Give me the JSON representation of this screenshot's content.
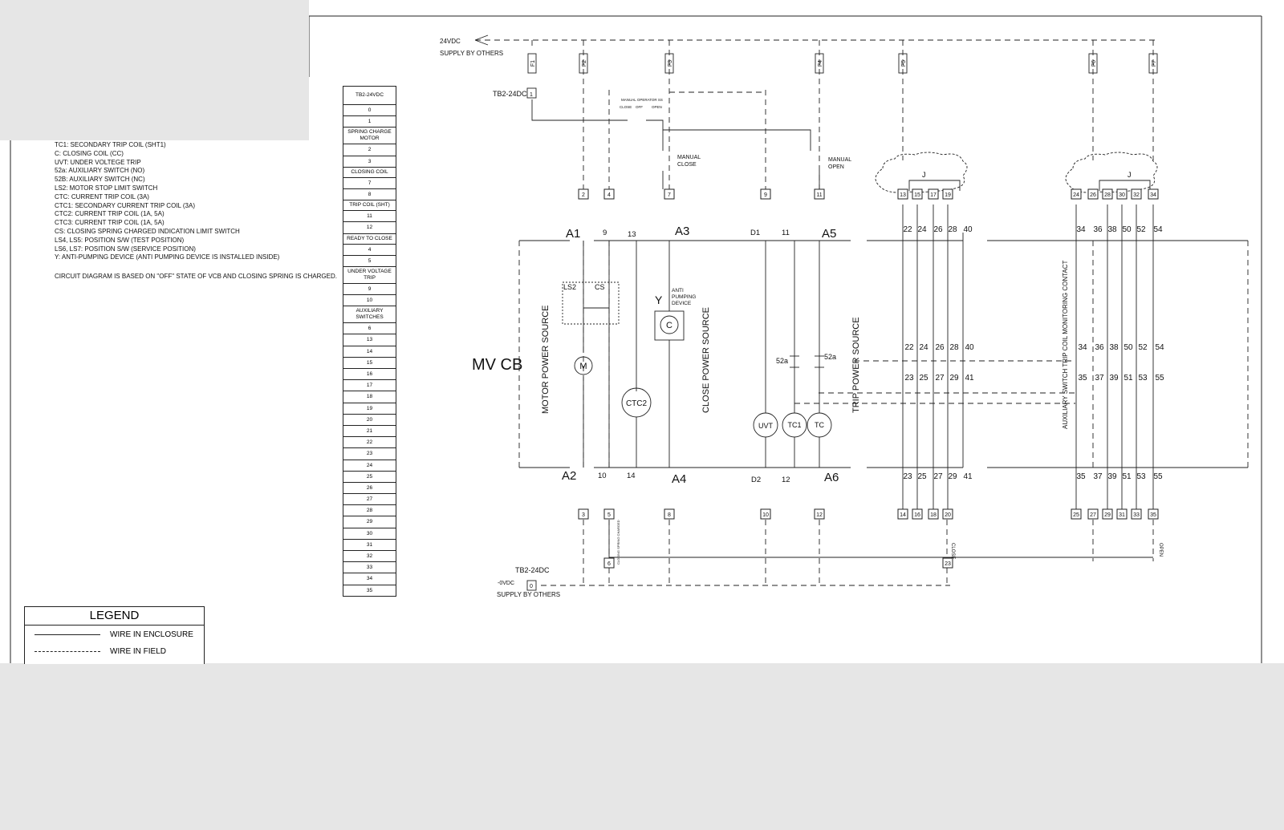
{
  "notes": [
    "TC1: SECONDARY TRIP COIL (SHT1)",
    "C: CLOSING COIL (CC)",
    "UVT: UNDER VOLTEGE TRIP",
    "52a: AUXILIARY SWITCH (NO)",
    "52B: AUXILIARY SWITCH (NC)",
    "LS2: MOTOR STOP LIMIT SWITCH",
    "CTC: CURRENT TRIP COIL (3A)",
    "CTC1: SECONDARY CURRENT TRIP COIL (3A)",
    "CTC2: CURRENT TRIP COIL (1A, 5A)",
    "CTC3: CURRENT TRIP COIL (1A, 5A)",
    "CS: CLOSING SPRING CHARGED INDICATION LIMIT SWITCH",
    "LS4, LS5: POSITION S/W (TEST POSITION)",
    "LS6, LS7: POSITION S/W (SERVICE POSITION)",
    "Y: ANTI-PUMPING DEVICE (ANTI PUMPING DEVICE IS INSTALLED INSIDE)"
  ],
  "circuit_note": "CIRCUIT DIAGRAM IS BASED ON \"OFF\" STATE OF VCB AND CLOSING SPRING IS CHARGED.",
  "legend": {
    "title": "LEGEND",
    "solid_label": "WIRE IN ENCLOSURE",
    "dashed_label": "WIRE IN FIELD"
  },
  "terminal_block": {
    "header": "TB2-24VDC",
    "rows": [
      {
        "label": "0"
      },
      {
        "label": "1"
      },
      {
        "label": "SPRING CHARGE MOTOR",
        "group": true
      },
      {
        "label": "2"
      },
      {
        "label": "3"
      },
      {
        "label": "CLOSING COIL",
        "group": true
      },
      {
        "label": "7"
      },
      {
        "label": "8"
      },
      {
        "label": "TRIP COIL (SHT)",
        "group": true
      },
      {
        "label": "11"
      },
      {
        "label": "12"
      },
      {
        "label": "READY TO CLOSE",
        "group": true
      },
      {
        "label": "4"
      },
      {
        "label": "5"
      },
      {
        "label": "UNDER VOLTAGE TRIP",
        "group": true
      },
      {
        "label": "9"
      },
      {
        "label": "10"
      },
      {
        "label": "AUXILIARY SWITCHES",
        "group": true
      },
      {
        "label": "6"
      },
      {
        "label": "13"
      },
      {
        "label": "14"
      },
      {
        "label": "15"
      },
      {
        "label": "16"
      },
      {
        "label": "17"
      },
      {
        "label": "18"
      },
      {
        "label": "19"
      },
      {
        "label": "20"
      },
      {
        "label": "21"
      },
      {
        "label": "22"
      },
      {
        "label": "23"
      },
      {
        "label": "24"
      },
      {
        "label": "25"
      },
      {
        "label": "26"
      },
      {
        "label": "27"
      },
      {
        "label": "28"
      },
      {
        "label": "29"
      },
      {
        "label": "30"
      },
      {
        "label": "31"
      },
      {
        "label": "32"
      },
      {
        "label": "33"
      },
      {
        "label": "34"
      },
      {
        "label": "35"
      }
    ]
  },
  "supply": {
    "top_voltage": "24VDC",
    "top_note": "SUPPLY BY OTHERS",
    "tb_top": "TB2-24DC",
    "tb_top_terminal": "1",
    "tb_bottom": "TB2-24DC",
    "bottom_voltage": "-0VDC",
    "bottom_terminal": "0",
    "bottom_note": "SUPPLY BY OTHERS"
  },
  "fuses": [
    "F1",
    "F2",
    "F3",
    "F4",
    "F5",
    "F6",
    "F7"
  ],
  "switch": {
    "title": "MANUAL OPERATOR SS",
    "positions": [
      "CLOSE",
      "OFF",
      "OPEN"
    ],
    "manual_close": [
      "MANUAL",
      "CLOSE"
    ],
    "manual_open": [
      "MANUAL",
      "OPEN"
    ]
  },
  "top_terminals": [
    "2",
    "4",
    "7",
    "9",
    "11",
    "13",
    "15",
    "17",
    "19",
    "24",
    "26",
    "28",
    "30",
    "32",
    "34"
  ],
  "bottom_terminals": [
    "3",
    "5",
    "8",
    "10",
    "12",
    "14",
    "16",
    "18",
    "20",
    "25",
    "27",
    "29",
    "31",
    "33",
    "35"
  ],
  "extra_terminals": [
    "6",
    "23"
  ],
  "junction_label": "J",
  "breaker": {
    "label": "MV CB",
    "motor_source": "MOTOR POWER SOURCE",
    "close_source": "CLOSE POWER SOURCE",
    "trip_source": "TRIP POWER SOURCE",
    "aux_contact": "AUXILIARY SWITCH TRIP COIL MONITORING CONTACT",
    "top_labels": [
      "A1",
      "9",
      "13",
      "A3",
      "D1",
      "11",
      "A5"
    ],
    "bottom_labels": [
      "A2",
      "10",
      "14",
      "A4",
      "D2",
      "12",
      "A6"
    ],
    "top_contacts": [
      "22",
      "24",
      "26",
      "28",
      "40",
      "34",
      "36",
      "38",
      "50",
      "52",
      "54"
    ],
    "bottom_contacts": [
      "23",
      "25",
      "27",
      "29",
      "41",
      "35",
      "37",
      "39",
      "51",
      "53",
      "55"
    ],
    "mid_top": [
      "22",
      "24",
      "26",
      "28",
      "40",
      "34",
      "36",
      "38",
      "50",
      "52",
      "54"
    ],
    "mid_bottom": [
      "23",
      "25",
      "27",
      "29",
      "41",
      "35",
      "37",
      "39",
      "51",
      "53",
      "55"
    ],
    "ls2": "LS2",
    "cs": "CS",
    "y": "Y",
    "anti_pumping": [
      "ANTI",
      "PUMPING",
      "DEVICE"
    ],
    "coils": {
      "m": "M",
      "c": "C",
      "ctc2": "CTC2",
      "uvt": "UVT",
      "tc1": "TC1",
      "tc": "TC"
    },
    "aux52a_left": "52a",
    "aux52a_right": "52a"
  },
  "indicators": {
    "closing_spring": "CLOSING SPRING CHARGED",
    "close": "CLOSE",
    "open": "OPEN"
  }
}
